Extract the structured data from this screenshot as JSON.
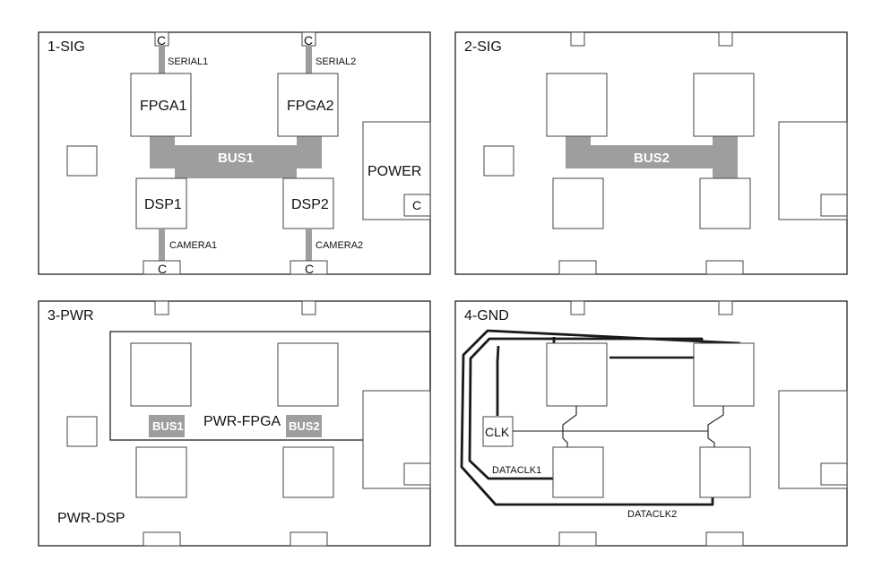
{
  "colors": {
    "trace": "#9e9e9e",
    "line": "#222222",
    "route": "#1a1a1a",
    "highlight": "#a8a8a8"
  },
  "panels": {
    "p1": {
      "title": "1-SIG",
      "connector": "C",
      "serial1": "SERIAL1",
      "serial2": "SERIAL2",
      "fpga1": "FPGA1",
      "fpga2": "FPGA2",
      "bus": "BUS1",
      "dsp1": "DSP1",
      "dsp2": "DSP2",
      "camera1": "CAMERA1",
      "camera2": "CAMERA2",
      "power": "POWER"
    },
    "p2": {
      "title": "2-SIG",
      "bus": "BUS2"
    },
    "p3": {
      "title": "3-PWR",
      "pwr_fpga": "PWR-FPGA",
      "bus1": "BUS1",
      "bus2": "BUS2",
      "pwr_dsp": "PWR-DSP"
    },
    "p4": {
      "title": "4-GND",
      "clk": "CLK",
      "dataclk1": "DATACLK1",
      "dataclk2": "DATACLK2"
    }
  }
}
